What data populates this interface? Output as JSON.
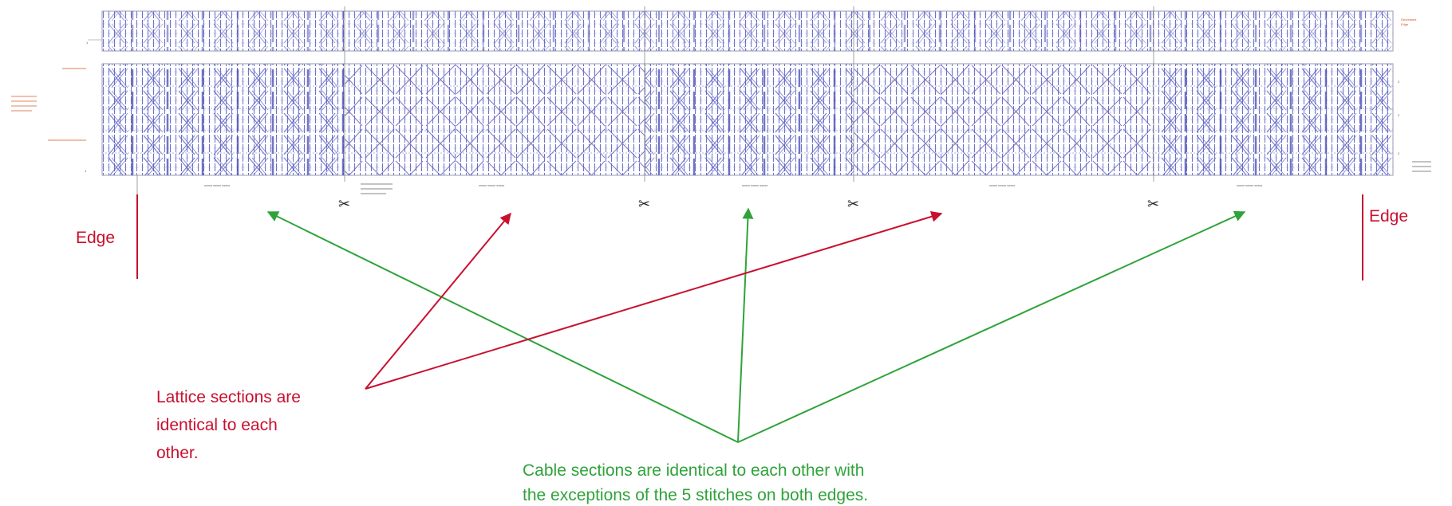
{
  "annotations": {
    "edge_left": "Edge",
    "edge_right": "Edge",
    "lattice_note": [
      "Lattice sections are",
      "identical to each",
      "other."
    ],
    "cable_note": [
      "Cable sections are identical to each other with",
      "the exceptions of the 5 stitches on both edges."
    ]
  },
  "colors": {
    "chart_line": "#6a6fc8",
    "chart_frame": "#9a9ab8",
    "red": "#c8102e",
    "green": "#2fa33a",
    "orange_text": "#d9531e",
    "scissors": "#222222"
  },
  "sections": [
    "cable",
    "lattice",
    "cable",
    "lattice",
    "cable"
  ],
  "cut_markers": 4,
  "icons": {
    "scissors": "scissors-icon"
  }
}
